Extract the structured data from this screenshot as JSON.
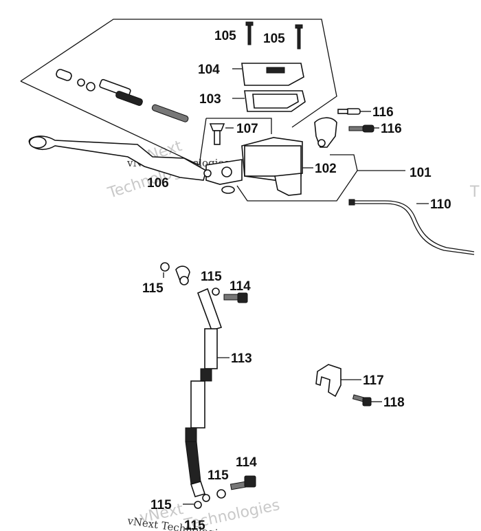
{
  "diagram": {
    "labels": {
      "l101": "101",
      "l102": "102",
      "l103": "103",
      "l104": "104",
      "l105a": "105",
      "l105b": "105",
      "l106": "106",
      "l107": "107",
      "l110": "110",
      "l113": "113",
      "l114a": "114",
      "l114b": "114",
      "l115a": "115",
      "l115b": "115",
      "l115c": "115",
      "l115d": "115",
      "l115e": "115",
      "l116a": "116",
      "l116b": "116",
      "l117": "117",
      "l118": "118"
    },
    "watermarks": {
      "w1": "vNext",
      "w2": "Technologies",
      "w3": "vNext Technologies",
      "w4": "vNext",
      "w5": "Technologies",
      "w6": "vNext Technologies",
      "w7": "T"
    }
  }
}
